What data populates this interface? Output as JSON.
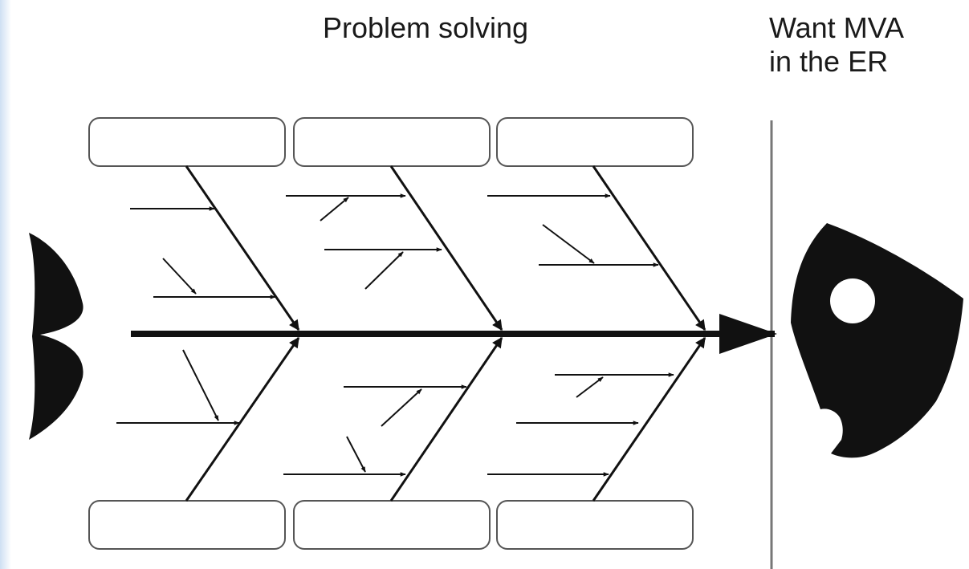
{
  "title": "Problem solving",
  "effect": {
    "line1": "Want MVA",
    "line2": "in the ER"
  },
  "category_boxes": {
    "top": [
      "",
      "",
      ""
    ],
    "bottom": [
      "",
      "",
      ""
    ]
  },
  "colors": {
    "ink": "#111111",
    "box_border": "#555555",
    "divider": "#777777",
    "background": "#ffffff"
  }
}
